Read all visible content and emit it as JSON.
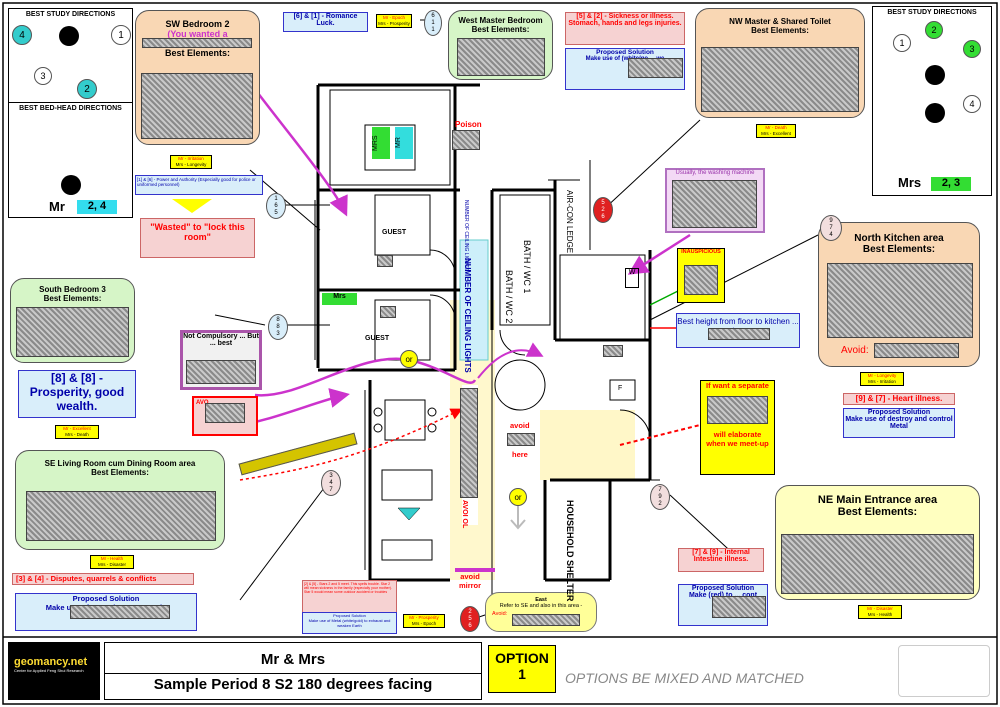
{
  "panels": {
    "study_left": {
      "title": "BEST STUDY DIRECTIONS",
      "nums": [
        "4",
        "1",
        "3",
        "2"
      ]
    },
    "bedhead": {
      "title": "BEST BED-HEAD DIRECTIONS",
      "mr_label": "Mr",
      "mr_value": "2, 4"
    },
    "study_right": {
      "title": "BEST STUDY DIRECTIONS",
      "nums": [
        "1",
        "2",
        "3",
        "4"
      ],
      "mrs_label": "Mrs",
      "mrs_value": "2, 3"
    }
  },
  "callouts": {
    "sw_bedroom": {
      "title": "SW Bedroom 2",
      "subtitle": "(You wanted a",
      "best": "Best Elements:",
      "tag1": "Mr - Irritation",
      "tag2": "Mrs - Longevity",
      "note": "[1] & [6] - Power and Authority (Especially good for police or uniformed personnel)",
      "wasted": "\"Wasted\" to \"lock this room\""
    },
    "romance": {
      "text": "[6] & [1] - Romance Luck.",
      "tag1": "Mr - Epoch",
      "tag2": "Mrs - Prosperity"
    },
    "west_master": {
      "title": "West Master Bedroom",
      "best": "Best Elements:"
    },
    "sickness": {
      "text": "[5] & [2] - Sickness or illness. Stomach, hands and legs injuries.",
      "prop_title": "Proposed Solution",
      "prop_text": "Make use of (white/go ... we"
    },
    "nw_master": {
      "title": "NW Master & Shared Toilet",
      "best": "Best Elements:",
      "tag1": "Mr - Death",
      "tag2": "Mrs - Excellent"
    },
    "poison": {
      "text": "Poison"
    },
    "washing": {
      "text": "Usually, the washing machine"
    },
    "inauspicious": {
      "text": "INAUSPICIOUS"
    },
    "north_kitchen": {
      "title": "North Kitchen area",
      "best": "Best Elements:",
      "avoid": "Avoid:",
      "tag1": "Mr - Longevity",
      "tag2": "Mrs - Irritation",
      "heart": "[9] & [7] - Heart illness.",
      "prop_title": "Proposed Solution",
      "prop_text": "Make use of destroy and control Metal"
    },
    "kitchen_height": {
      "text": "Best height from floor to kitchen ... top"
    },
    "south_bedroom": {
      "title": "South Bedroom 3",
      "best": "Best Elements:",
      "prosperity": "[8] & [8] - Prosperity, good wealth.",
      "tag1": "Mr - Excellent",
      "tag2": "Mrs - Death"
    },
    "not_compulsory": {
      "text": "Not Compulsory ... But ... best"
    },
    "avoid_red": {
      "text": "AVO"
    },
    "separate": {
      "line1": "If want a separate",
      "line2": "will elaborate",
      "line3": "when we meet-up"
    },
    "se_living": {
      "title": "SE Living Room cum Dining Room area",
      "best": "Best Elements:",
      "tag1": "Mr - Health",
      "tag2": "Mrs - Disaster",
      "disputes": "[3] & [4] - Disputes, quarrels & conflicts",
      "prop_title": "Proposed Solution",
      "prop_text": "Make use of ... weaken ... quarrels"
    },
    "stars25": {
      "text": "[2] & [5] - Stars 2 and 5 meet. This spells trouble. Star 2 will mean sickness in the family (especially your mother). Star 5 would mean some outdoor accident or troubles",
      "prop_title": "Proposed Solution",
      "prop_text": "Make use of Metal (white/gold) to exhaust and weaken Earth",
      "tag1": "Mr - Prosperity",
      "tag2": "Mrs - Epoch"
    },
    "east": {
      "title": "East",
      "text": "Refer to SE and also in this area -",
      "avoid": "Avoid:"
    },
    "internal": {
      "text": "[7] & [9] - Internal Intestine illness.",
      "prop_title": "Proposed Solution",
      "prop_text": "Make (red) to ... cont"
    },
    "ne_main": {
      "title": "NE Main Entrance area",
      "best": "Best Elements:",
      "tag1": "Mr - Disaster",
      "tag2": "Mrs - Health"
    }
  },
  "stars": {
    "s165": [
      "1",
      "6",
      "5"
    ],
    "s611": [
      "6",
      "1",
      "1"
    ],
    "s526": [
      "5",
      "2",
      "6"
    ],
    "s974": [
      "9",
      "7",
      "4"
    ],
    "s883": [
      "8",
      "8",
      "3"
    ],
    "s347": [
      "3",
      "4",
      "7"
    ],
    "s256": [
      "2",
      "5",
      "6"
    ],
    "s792": [
      "7",
      "9",
      "2"
    ]
  },
  "plan_labels": {
    "guest1": "GUEST",
    "guest2": "GUEST",
    "mrs": "MRS",
    "mr": "MR",
    "mrs2": "Mrs",
    "bath1": "BATH / WC 1",
    "bath2": "BATH / WC 2",
    "air_con": "AIR-CON LEDGE",
    "shelter": "HOUSEHOLD SHELTER",
    "ceiling_lights": "NUMBER OF CEILING LIGHTS",
    "ceiling_small": "NUMBER OF CEILING LIGHTS",
    "or1": "or",
    "or2": "or",
    "avoid_here": "avoid",
    "here": "here",
    "avoid_mirror": "avoid mirror",
    "avoid_vert": "AVOI OL",
    "w": "W",
    "f": "F"
  },
  "footer": {
    "logo_text": "geomancy.net",
    "logo_sub": "Center for Applied Feng Shui Research",
    "name": "Mr & Mrs",
    "subtitle": "Sample Period 8 S2 180 degrees facing",
    "option_label": "OPTION",
    "option_num": "1",
    "mixed": "OPTIONS BE MIXED AND MATCHED"
  },
  "colors": {
    "peach": "#f9d7b4",
    "green": "#d6f5c7",
    "lightblue": "#d9eefa",
    "yellow": "#ffff00",
    "pink": "#f6d2d2",
    "magenta": "#cc33cc"
  }
}
